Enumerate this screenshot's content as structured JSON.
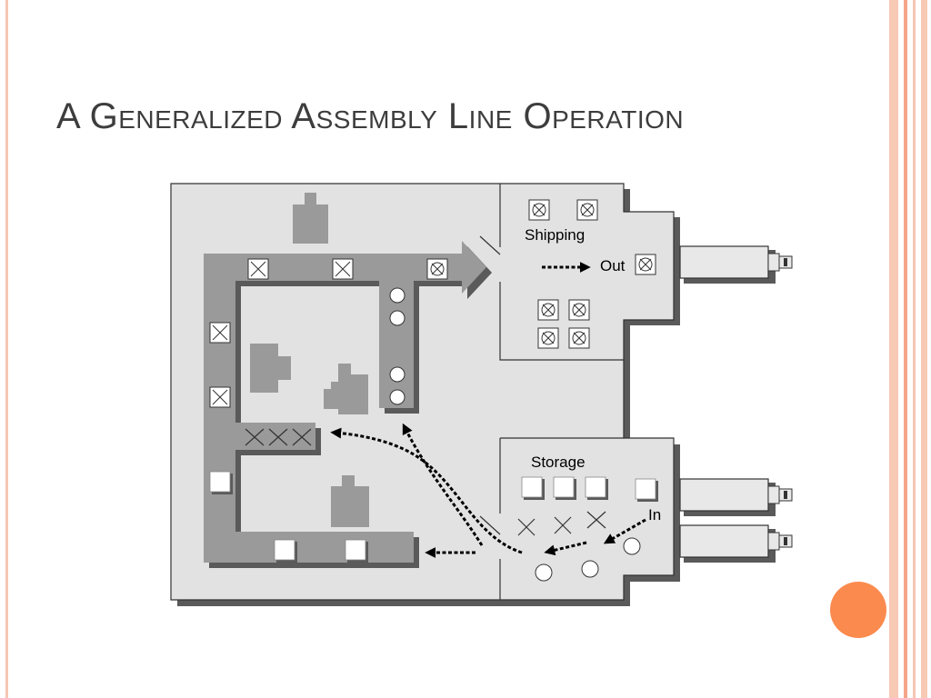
{
  "slide": {
    "title": "A Generalized Assembly Line Operation"
  },
  "diagram": {
    "labels": {
      "shipping": "Shipping",
      "out": "Out",
      "storage": "Storage",
      "in": "In"
    }
  },
  "colors": {
    "frame_accent": "#f6c6b2",
    "frame_accent_dark": "#f4a58a",
    "bullet_dot": "#fb8a4e",
    "floor": "#e2e2e2",
    "conveyor": "#9a9a9a",
    "title_text": "#3d3d3d"
  }
}
